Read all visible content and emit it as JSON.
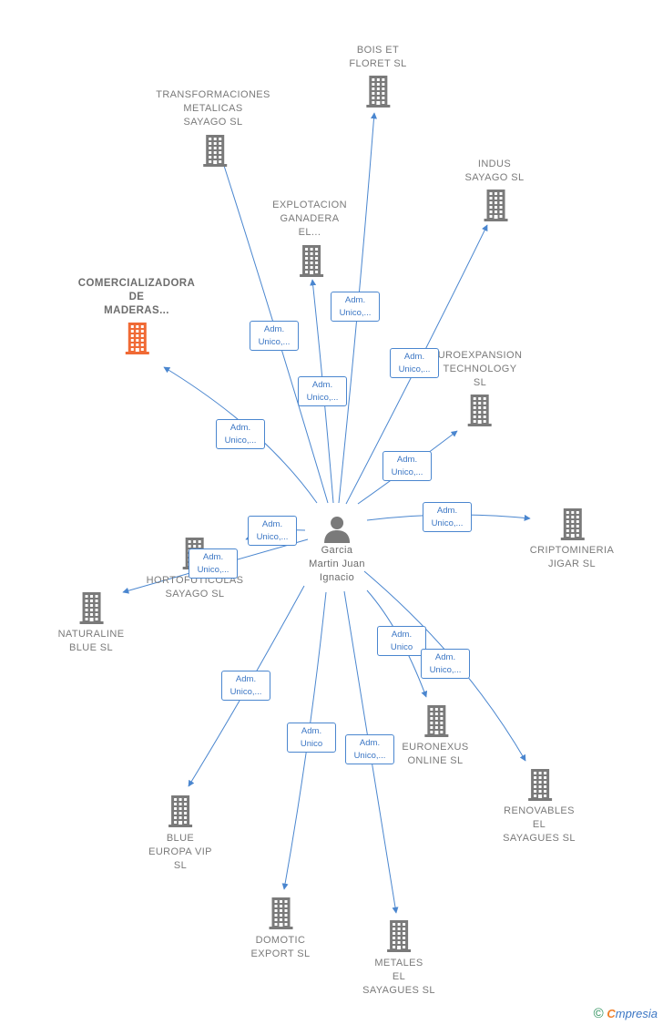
{
  "colors": {
    "edge": "#4a86cf",
    "building": "#7a7a7a",
    "highlight": "#f06a35"
  },
  "center": {
    "label": "Garcia\nMartin Juan\nIgnacio",
    "icon": "person-icon"
  },
  "nodes": [
    {
      "id": "bois",
      "label": "BOIS ET\nFLORET  SL",
      "icon": "building-icon"
    },
    {
      "id": "transformaciones",
      "label": "TRANSFORMACIONES\nMETALICAS\nSAYAGO  SL",
      "icon": "building-icon"
    },
    {
      "id": "indus",
      "label": "INDUS\nSAYAGO  SL",
      "icon": "building-icon"
    },
    {
      "id": "explotacion",
      "label": "EXPLOTACION\nGANADERA\nEL...",
      "icon": "building-icon"
    },
    {
      "id": "comercializadora",
      "label": "COMERCIALIZADORA\nDE\nMADERAS...",
      "icon": "building-icon",
      "highlight": true
    },
    {
      "id": "euroexpansion",
      "label": "UROEXPANSION\nTECHNOLOGY\nSL",
      "icon": "building-icon"
    },
    {
      "id": "criptomineria",
      "label": "CRIPTOMINERIA\nJIGAR  SL",
      "icon": "building-icon"
    },
    {
      "id": "hortofruticolas",
      "label": "HORTOFUTICOLAS\nSAYAGO  SL",
      "icon": "building-icon"
    },
    {
      "id": "naturaline",
      "label": "NATURALINE\nBLUE  SL",
      "icon": "building-icon"
    },
    {
      "id": "euronexus",
      "label": "EURONEXUS\nONLINE  SL",
      "icon": "building-icon"
    },
    {
      "id": "renovables",
      "label": "RENOVABLES\nEL\nSAYAGUES  SL",
      "icon": "building-icon"
    },
    {
      "id": "blue_europa",
      "label": "BLUE\nEUROPA VIP\nSL",
      "icon": "building-icon"
    },
    {
      "id": "domotic",
      "label": "DOMOTIC\nEXPORT  SL",
      "icon": "building-icon"
    },
    {
      "id": "metales",
      "label": "METALES\nEL\nSAYAGUES  SL",
      "icon": "building-icon"
    }
  ],
  "edges": [
    {
      "to": "bois",
      "label": "Adm.\nUnico,..."
    },
    {
      "to": "transformaciones",
      "label": "Adm.\nUnico,..."
    },
    {
      "to": "indus",
      "label": "Adm.\nUnico,..."
    },
    {
      "to": "explotacion",
      "label": "Adm.\nUnico,..."
    },
    {
      "to": "comercializadora",
      "label": "Adm.\nUnico,..."
    },
    {
      "to": "euroexpansion",
      "label": "Adm.\nUnico,..."
    },
    {
      "to": "criptomineria",
      "label": "Adm.\nUnico,..."
    },
    {
      "to": "hortofruticolas",
      "label": "Adm.\nUnico,..."
    },
    {
      "to": "naturaline",
      "label": "Adm.\nUnico,..."
    },
    {
      "to": "euronexus",
      "label": "Adm.\nUnico"
    },
    {
      "to": "renovables",
      "label": "Adm.\nUnico,..."
    },
    {
      "to": "blue_europa",
      "label": "Adm.\nUnico,..."
    },
    {
      "to": "domotic",
      "label": "Adm.\nUnico"
    },
    {
      "to": "metales",
      "label": "Adm.\nUnico,..."
    }
  ],
  "footer": {
    "copyright": "©",
    "brand_initial": "C",
    "brand_rest": "mpresia"
  }
}
